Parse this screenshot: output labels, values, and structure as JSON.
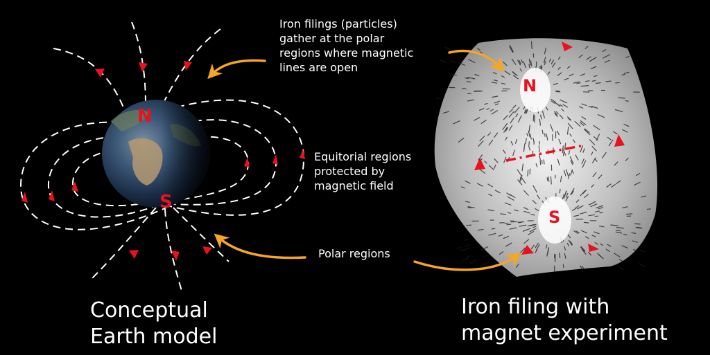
{
  "annotations": {
    "iron_filings": "Iron filings (particles)\ngather at the polar\nregions where magnetic\nlines are open",
    "equatorial": "Equitorial regions\nprotected by\nmagnetic field",
    "polar": "Polar regions"
  },
  "captions": {
    "left": "Conceptual\nEarth model",
    "right": "Iron filing with\nmagnet experiment"
  },
  "poles": {
    "north": "N",
    "south": "S"
  },
  "colors": {
    "background": "#000000",
    "field_line": "#ffffff",
    "arrow": "#e8121f",
    "pole_label": "#e8121f",
    "callout_arrow": "#f5a623"
  }
}
